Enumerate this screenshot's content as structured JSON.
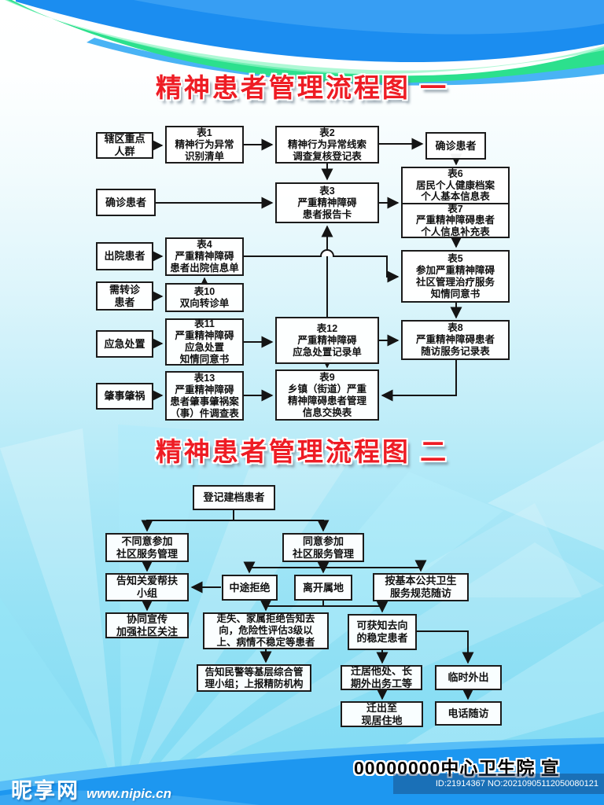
{
  "titles": {
    "chart1": "精神患者管理流程图 一",
    "chart2": "精神患者管理流程图 二"
  },
  "colors": {
    "title_red": "#ee1c24",
    "header_blue": "#1b8df0",
    "ribbon_green": "#2ce08d",
    "footer_blue": "#1d97f0",
    "page_cyan": "#8adef4",
    "box_border": "#1b1b1b"
  },
  "chart1": {
    "n0": "辖区重点\n人群",
    "n1": "表1\n精神行为异常\n识别清单",
    "n2": "表2\n精神行为异常线索\n调查复核登记表",
    "n3": "确诊患者",
    "n4": "确诊患者",
    "n5": "表3\n严重精神障碍\n患者报告卡",
    "n6": "表6\n居民个人健康档案\n个人基本信息表",
    "n7": "表7\n严重精神障碍患者\n个人信息补充表",
    "n8": "出院患者",
    "n9": "表4\n严重精神障碍\n患者出院信息单",
    "n10": "表5\n参加严重精神障碍\n社区管理治疗服务\n知情同意书",
    "n11": "需转诊\n患者",
    "n12": "表10\n双向转诊单",
    "n13": "应急处置",
    "n14": "表11\n严重精神障碍\n应急处置\n知情同意书",
    "n15": "表12\n严重精神障碍\n应急处置记录单",
    "n16": "表8\n严重精神障碍患者\n随访服务记录表",
    "n17": "肇事肇祸",
    "n18": "表13\n严重精神障碍\n患者肇事肇祸案\n（事）件调查表",
    "n19": "表9\n乡镇（街道）严重\n精神障碍患者管理\n信息交换表"
  },
  "chart2": {
    "m0": "登记建档患者",
    "m1": "不同意参加\n社区服务管理",
    "m2": "同意参加\n社区服务管理",
    "m3": "告知关爱帮扶\n小组",
    "m4": "中途拒绝",
    "m5": "离开属地",
    "m6": "按基本公共卫生\n服务规范随访",
    "m7": "协同宣传\n加强社区关注",
    "m8": "走失、家属拒绝告知去\n向，危险性评估3级以\n上、病情不稳定等患者",
    "m9": "可获知去向\n的稳定患者",
    "m10": "告知民警等基层综合管\n理小组；上报精防机构",
    "m11": "迁居他处、长\n期外出务工等",
    "m12": "临时外出",
    "m13": "迁出至\n现居住地",
    "m14": "电话随访"
  },
  "footer": {
    "publisher": "00000000中心卫生院 宣",
    "watermark_name": "昵享网",
    "watermark_url": "www.nipic.cn",
    "id_line": "ID:21914367 NO:20210905112050080121"
  }
}
